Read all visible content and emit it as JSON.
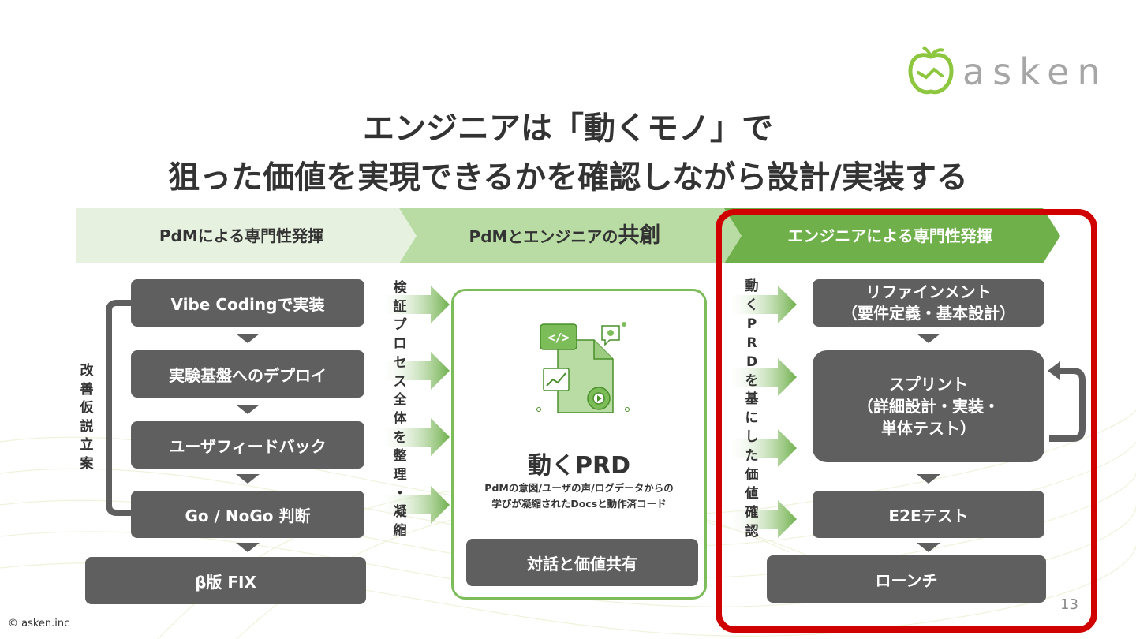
{
  "brand": {
    "logo_text": "asken",
    "logo_color": "#8dc63f"
  },
  "title": {
    "line1": "エンジニアは「動くモノ」で",
    "line2": "狙った価値を実現できるかを確認しながら設計/実装する"
  },
  "banners": [
    {
      "label": "PdMによる専門性発揮",
      "bg": "#e6f1df"
    },
    {
      "label_prefix": "PdMとエンジニアの",
      "label_emph": "共創",
      "bg": "#b9dca4"
    },
    {
      "label": "エンジニアによる専門性発揮",
      "bg": "#6fb04b"
    }
  ],
  "left_flow": {
    "steps": [
      "Vibe Codingで実装",
      "実験基盤へのデプロイ",
      "ユーザフィードバック",
      "Go / NoGo 判断"
    ],
    "final": "β版 FIX",
    "loop_label": [
      "改",
      "善",
      "仮",
      "説",
      "立",
      "案"
    ]
  },
  "verify_label": [
    "検",
    "証",
    "プ",
    "ロ",
    "セ",
    "ス",
    "全",
    "体",
    "を",
    "整",
    "理",
    "・",
    "凝",
    "縮"
  ],
  "center": {
    "title": "動くPRD",
    "subtitle_line1": "PdMの意図/ユーザの声/ログデータからの",
    "subtitle_line2": "学びが凝縮されたDocsと動作済コード",
    "button": "対話と価値共有",
    "code_icon_text": "</>"
  },
  "prd_label": [
    "動",
    "く",
    "P",
    "R",
    "D",
    "を",
    "基",
    "に",
    "し",
    "た",
    "価",
    "値",
    "確",
    "認"
  ],
  "right_flow": {
    "refinement_line1": "リファインメント",
    "refinement_line2": "（要件定義・基本設計）",
    "sprint_line1": "スプリント",
    "sprint_line2": "（詳細設計・実装・",
    "sprint_line3": "単体テスト）",
    "e2e": "E2Eテスト",
    "launch": "ローンチ"
  },
  "page_number": "13",
  "copyright": "© asken.inc",
  "colors": {
    "box": "#5f5f5f",
    "green": "#7cbd5a",
    "red_frame": "#d00000"
  }
}
